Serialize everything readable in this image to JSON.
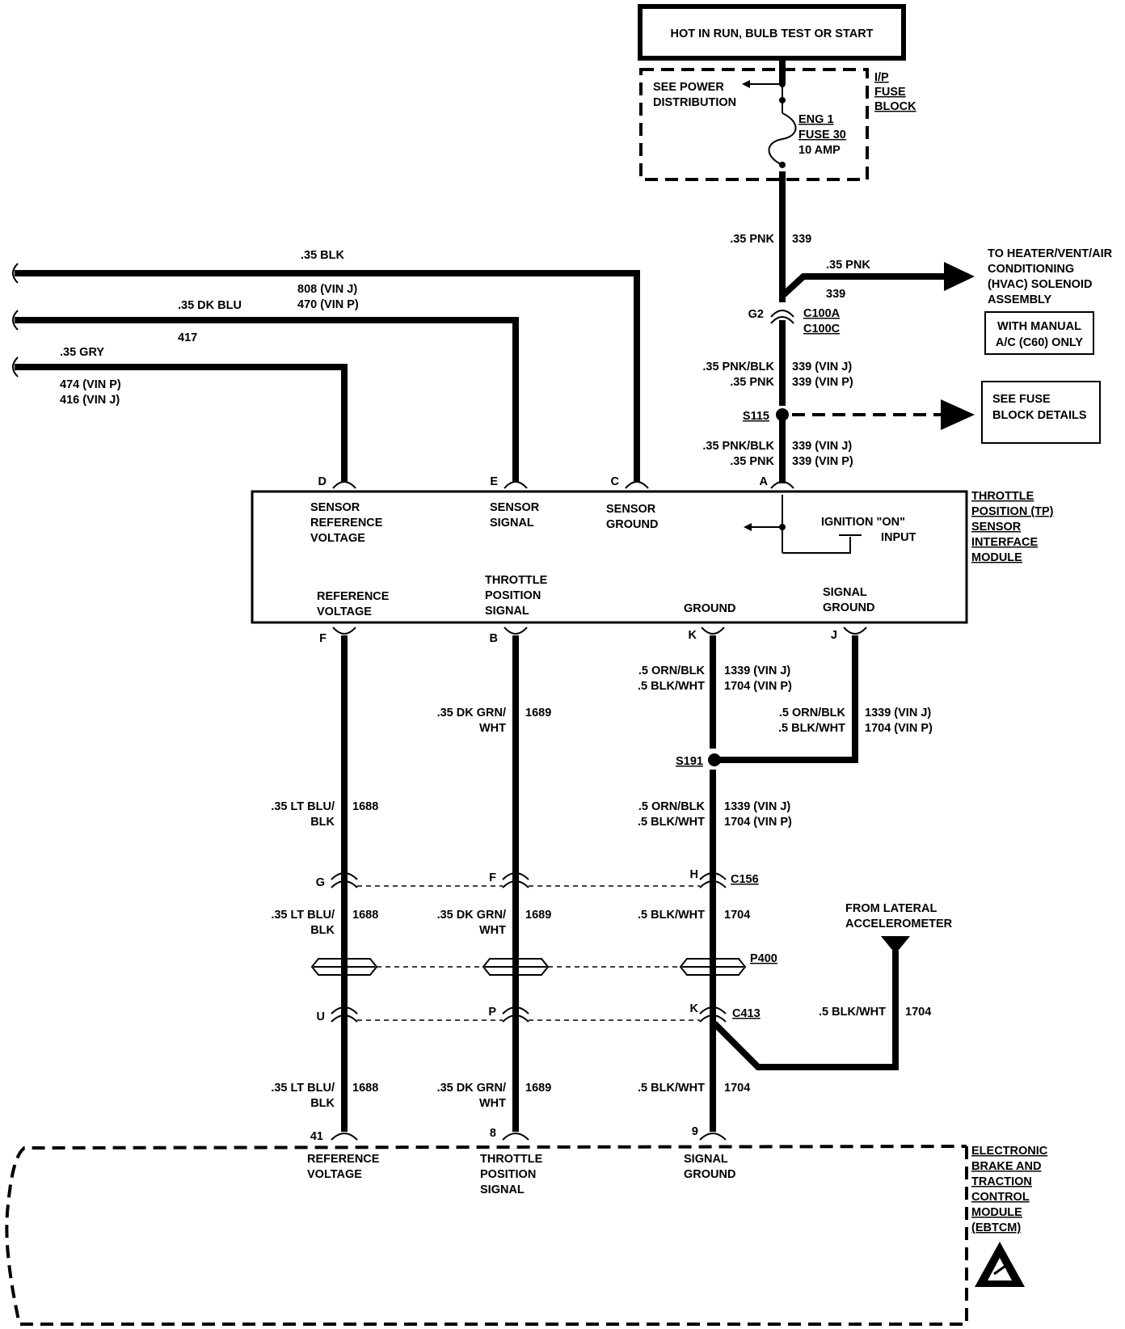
{
  "power": {
    "header": "HOT IN RUN, BULB TEST OR START",
    "see_power": [
      "SEE POWER",
      "DISTRIBUTION"
    ],
    "fuse": [
      "ENG 1",
      "FUSE 30",
      "10 AMP"
    ],
    "fuse_block": [
      "I/P",
      "FUSE",
      "BLOCK"
    ]
  },
  "wires_top": {
    "pnk_main": ".35 PNK",
    "pnk_main_num": "339",
    "pnk_branch": ".35 PNK",
    "pnk_branch_num": "339",
    "hvac": [
      "TO HEATER/VENT/AIR",
      "CONDITIONING",
      "(HVAC) SOLENOID",
      "ASSEMBLY"
    ],
    "manual_ac": [
      "WITH MANUAL",
      "A/C (C60) ONLY"
    ],
    "g2": "G2",
    "c100a": "C100A",
    "c100c": "C100C",
    "pnkblk_1": ".35 PNK/BLK",
    "pnk_1": ".35 PNK",
    "num_vinj_1": "339  (VIN J)",
    "num_vinp_1": "339  (VIN P)",
    "s115": "S115",
    "fuse_details": [
      "SEE FUSE",
      "BLOCK DETAILS"
    ],
    "pnkblk_2": ".35 PNK/BLK",
    "pnk_2": ".35 PNK",
    "num_vinj_2": "339  (VIN J)",
    "num_vinp_2": "339  (VIN P)"
  },
  "left_wires": {
    "blk": ".35 BLK",
    "blk_808": "808  (VIN J)",
    "blk_470": "470  (VIN P)",
    "dkblu": ".35 DK BLU",
    "dkblu_417": "417",
    "gry": ".35 GRY",
    "gry_474": "474  (VIN P)",
    "gry_416": "416  (VIN J)"
  },
  "module": {
    "title": [
      "THROTTLE",
      "POSITION (TP)",
      "SENSOR",
      "INTERFACE",
      "MODULE"
    ],
    "pins_top": [
      "D",
      "E",
      "C",
      "A"
    ],
    "sensor_ref": [
      "SENSOR",
      "REFERENCE",
      "VOLTAGE"
    ],
    "sensor_signal": [
      "SENSOR",
      "SIGNAL"
    ],
    "sensor_ground": [
      "SENSOR",
      "GROUND"
    ],
    "ignition": "IGNITION \"ON\"",
    "input": "INPUT",
    "ref_voltage": [
      "REFERENCE",
      "VOLTAGE"
    ],
    "tps": [
      "THROTTLE",
      "POSITION",
      "SIGNAL"
    ],
    "ground": "GROUND",
    "signal_ground": [
      "SIGNAL",
      "GROUND"
    ],
    "pins_bottom": [
      "F",
      "B",
      "K",
      "J"
    ]
  },
  "lower": {
    "k_orn": ".5 ORN/BLK",
    "k_blkwht": ".5 BLK/WHT",
    "k_1339": "1339  (VIN J)",
    "k_1704": "1704  (VIN P)",
    "j_orn": ".5 ORN/BLK",
    "j_blkwht": ".5 BLK/WHT",
    "j_1339": "1339  (VIN J)",
    "j_1704": "1704  (VIN P)",
    "dkgrn_a": ".35 DK GRN/",
    "wht_a": "WHT",
    "num_1689_a": "1689",
    "s191": "S191",
    "ltblu_a": ".35 LT BLU/",
    "blk_a": "BLK",
    "num_1688_a": "1688",
    "s_orn": ".5 ORN/BLK",
    "s_blkwht": ".5 BLK/WHT",
    "s_1339": "1339  (VIN J)",
    "s_1704": "1704  (VIN P)",
    "c156_pins": [
      "G",
      "F",
      "H"
    ],
    "c156": "C156",
    "ltblu_b": ".35 LT BLU/",
    "blk_b": "BLK",
    "num_1688_b": "1688",
    "dkgrn_b": ".35 DK GRN/",
    "wht_b": "WHT",
    "num_1689_b": "1689",
    "blkwht_b": ".5 BLK/WHT",
    "num_1704_b": "1704",
    "from_lateral": [
      "FROM LATERAL",
      "ACCELEROMETER"
    ],
    "p400": "P400",
    "c413_pins": [
      "U",
      "P",
      "K"
    ],
    "c413": "C413",
    "lat_blkwht": ".5 BLK/WHT",
    "lat_1704": "1704",
    "ltblu_c": ".35 LT BLU/",
    "blk_c": "BLK",
    "num_1688_c": "1688",
    "dkgrn_c": ".35 DK GRN/",
    "wht_c": "WHT",
    "num_1689_c": "1689",
    "blkwht_c": ".5 BLK/WHT",
    "num_1704_c": "1704",
    "pins_ebtcm": [
      "41",
      "8",
      "9"
    ],
    "ebtcm_ref": [
      "REFERENCE",
      "VOLTAGE"
    ],
    "ebtcm_tps": [
      "THROTTLE",
      "POSITION",
      "SIGNAL"
    ],
    "ebtcm_sig": [
      "SIGNAL",
      "GROUND"
    ],
    "ebtcm_title": [
      "ELECTRONIC",
      "BRAKE AND",
      "TRACTION",
      "CONTROL",
      "MODULE",
      "(EBTCM)"
    ]
  },
  "icons": [
    "esd-warning-icon"
  ]
}
